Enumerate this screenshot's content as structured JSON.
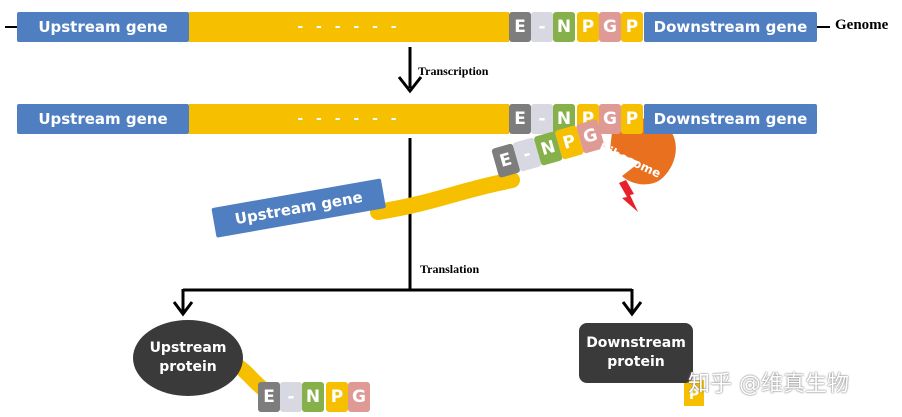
{
  "genome_row": {
    "upstream": "Upstream gene",
    "linker": "- - - - - -",
    "motif": [
      "E",
      "-",
      "N",
      "P",
      "G",
      "P"
    ],
    "downstream": "Downstream gene",
    "label": "Genome"
  },
  "transcription_label": "Transcription",
  "mrna_row": {
    "upstream": "Upstream gene",
    "linker": "- - - - - -",
    "motif": [
      "E",
      "-",
      "N",
      "P",
      "G",
      "P"
    ],
    "downstream": "Downstream gene"
  },
  "nascent_chain": {
    "gene": "Upstream gene",
    "motif": [
      "E",
      "-",
      "N",
      "P",
      "G"
    ]
  },
  "ribosome_label": "Ribosome",
  "translation_label": "Translation",
  "upstream_protein": {
    "label_line1": "Upstream",
    "label_line2": "protein",
    "motif": [
      "E",
      "-",
      "N",
      "P",
      "G"
    ]
  },
  "downstream_protein": {
    "label_line1": "Downstream",
    "label_line2": "protein",
    "motif": [
      "P"
    ]
  },
  "watermark": "知乎 @维真生物",
  "colors": {
    "gene_blue": "#4f7fc0",
    "linker_yellow": "#f6c000",
    "E_gray": "#7d7d7d",
    "dash_lavender": "#d8d8e3",
    "N_green": "#86b04a",
    "G_pink": "#df9a96",
    "ribosome_orange": "#e8701f",
    "spark_red": "#e8202a",
    "protein_dark": "#3a3a3a"
  }
}
